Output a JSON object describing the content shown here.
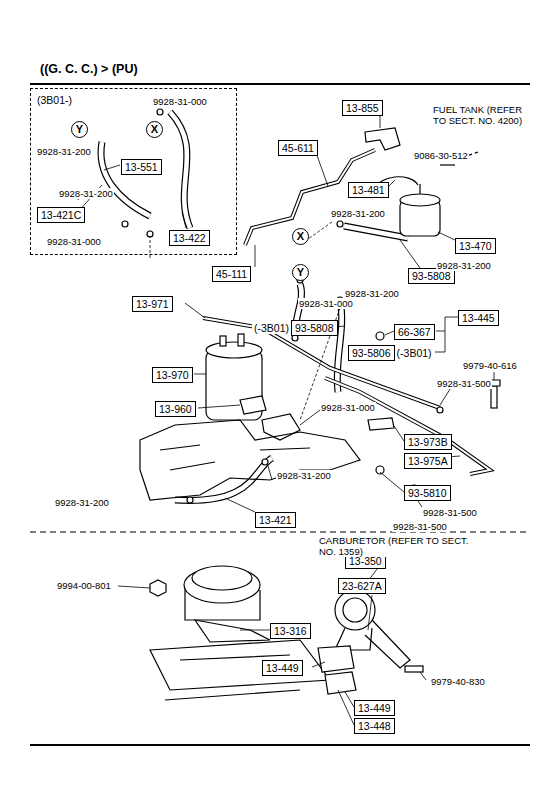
{
  "diagram": {
    "title": "((G. C. C.) > (PU)",
    "nodes": [
      {
        "text": [
          "(3B01-)"
        ]
      },
      {
        "text": [
          "Y"
        ],
        "in": 0
      },
      {
        "text": [
          "X"
        ],
        "in": 0
      },
      {
        "text": [
          "13-551"
        ],
        "in": 0
      },
      {
        "text": [
          "13-421C"
        ],
        "in": 0
      },
      {
        "text": [
          "13-422"
        ],
        "in": 0
      },
      {
        "text": [
          "13-855"
        ]
      },
      {
        "text": [
          "45-611"
        ]
      },
      {
        "text": [
          "13-481"
        ]
      },
      {
        "text": [
          "X"
        ]
      },
      {
        "text": [
          "13-470"
        ]
      },
      {
        "text": [
          "45-111"
        ]
      },
      {
        "text": [
          "Y"
        ]
      },
      {
        "text": [
          "93-5808"
        ]
      },
      {
        "text": [
          "13-971"
        ]
      },
      {
        "text": [
          "(-3B01)",
          "93-5808"
        ]
      },
      {
        "text": [
          "66-367"
        ]
      },
      {
        "text": [
          "13-445"
        ]
      },
      {
        "text": [
          "93-5806",
          "(-3B01)"
        ]
      },
      {
        "text": [
          "13-970"
        ]
      },
      {
        "text": [
          "13-960"
        ]
      },
      {
        "text": [
          "13-973B"
        ]
      },
      {
        "text": [
          "13-975A"
        ]
      },
      {
        "text": [
          "93-5810"
        ]
      },
      {
        "text": [
          "13-421"
        ]
      },
      {
        "text": [
          "13-350"
        ]
      },
      {
        "text": [
          "23-627A"
        ]
      },
      {
        "text": [
          "13-316"
        ]
      },
      {
        "text": [
          "13-449"
        ]
      },
      {
        "text": [
          "13-449"
        ]
      },
      {
        "text": [
          "13-448"
        ]
      }
    ],
    "labels": [
      "9928-31-000",
      "9928-31-200",
      "9928-31-200",
      "9928-31-000",
      "FUEL TANK (REFER TO SECT. NO. 4200)",
      "9086-30-512",
      "9928-31-200",
      "9928-31-200",
      "9928-31-200",
      "9928-31-000",
      "9979-40-616",
      "9928-31-500",
      "9928-31-000",
      "9928-31-200",
      "9928-31-200",
      "9928-31-500",
      "9928-31-500",
      "9994-00-801",
      "CARBURETOR (REFER TO SECT. NO. 1359)",
      "9979-40-830"
    ]
  }
}
